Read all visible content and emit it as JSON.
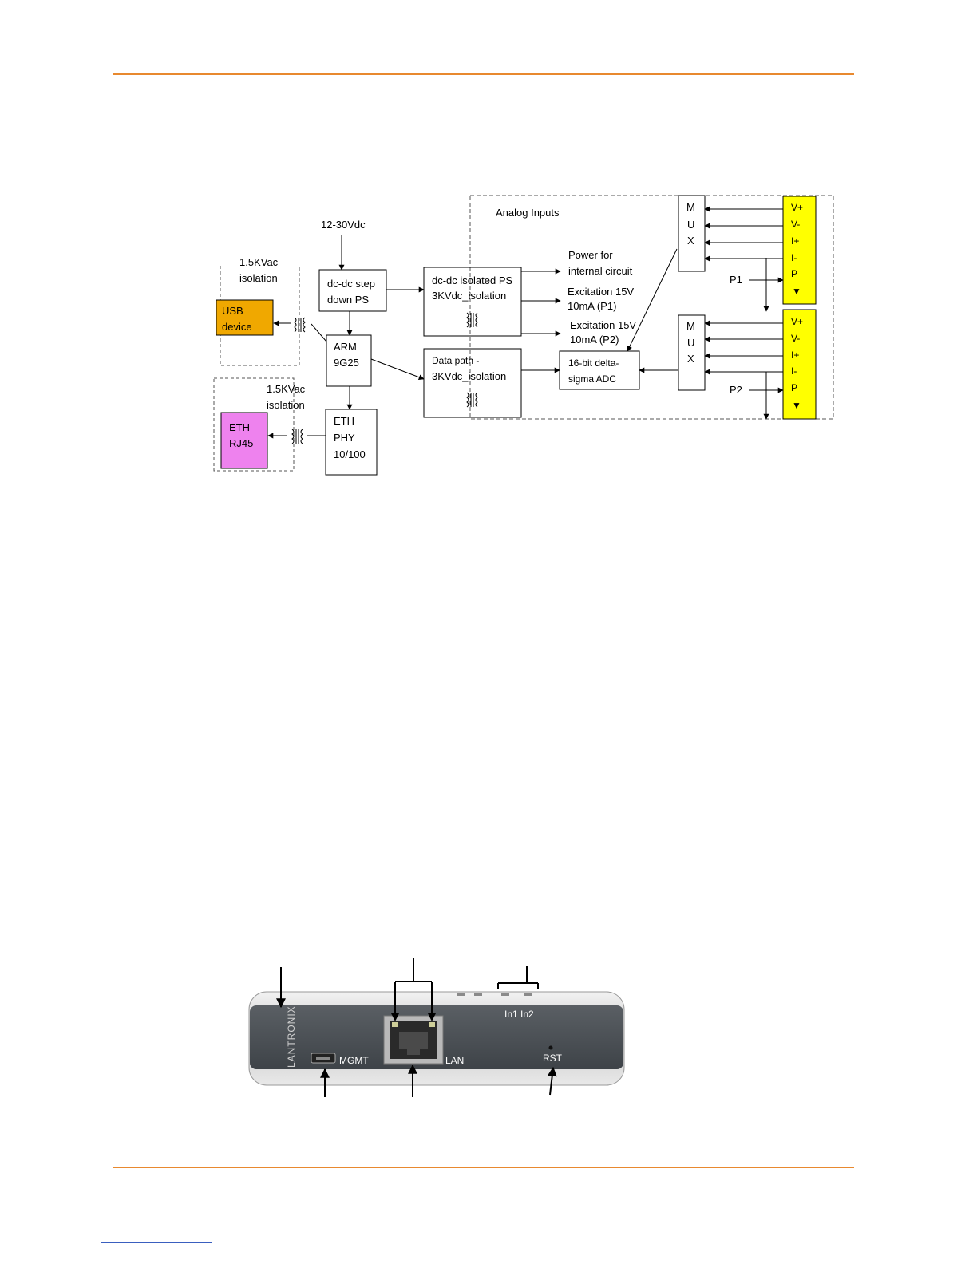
{
  "block_diagram": {
    "supply_input": "12-30Vdc",
    "usb_isolation": [
      "1.5KVac",
      "isolation"
    ],
    "eth_isolation": [
      "1.5KVac",
      "isolation"
    ],
    "usb_device": [
      "USB",
      "device"
    ],
    "eth_rj45": [
      "ETH",
      "RJ45"
    ],
    "step_down_ps": [
      "dc-dc step",
      "down PS"
    ],
    "arm": [
      "ARM",
      "9G25"
    ],
    "eth_phy": [
      "ETH",
      "PHY",
      "10/100"
    ],
    "isolated_ps": [
      "dc-dc isolated PS",
      "3KVdc_isolation"
    ],
    "data_path": [
      "Data path -",
      "3KVdc_isolation"
    ],
    "adc": [
      "16-bit delta-",
      "sigma ADC"
    ],
    "analog_inputs_label": "Analog Inputs",
    "power_internal": [
      "Power for",
      "internal circuit"
    ],
    "excitation_p1": [
      "Excitation 15V",
      "10mA (P1)"
    ],
    "excitation_p2": [
      "Excitation 15V",
      "10mA (P2)"
    ],
    "mux_letters": [
      "M",
      "U",
      "X"
    ],
    "terminal_pins": [
      "V+",
      "V-",
      "I+",
      "I-",
      "P",
      "▼"
    ],
    "port_labels": [
      "P1",
      "P2"
    ],
    "colors": {
      "usb": "#f0a800",
      "eth": "#ee82ee",
      "terminal": "#ffff00",
      "rule": "#e8892f"
    }
  },
  "device_photo": {
    "brand": "LANTRONIX",
    "mgmt_label": "MGMT",
    "lan_label": "LAN",
    "rst_label": "RST",
    "inputs_label": "In1 In2"
  }
}
